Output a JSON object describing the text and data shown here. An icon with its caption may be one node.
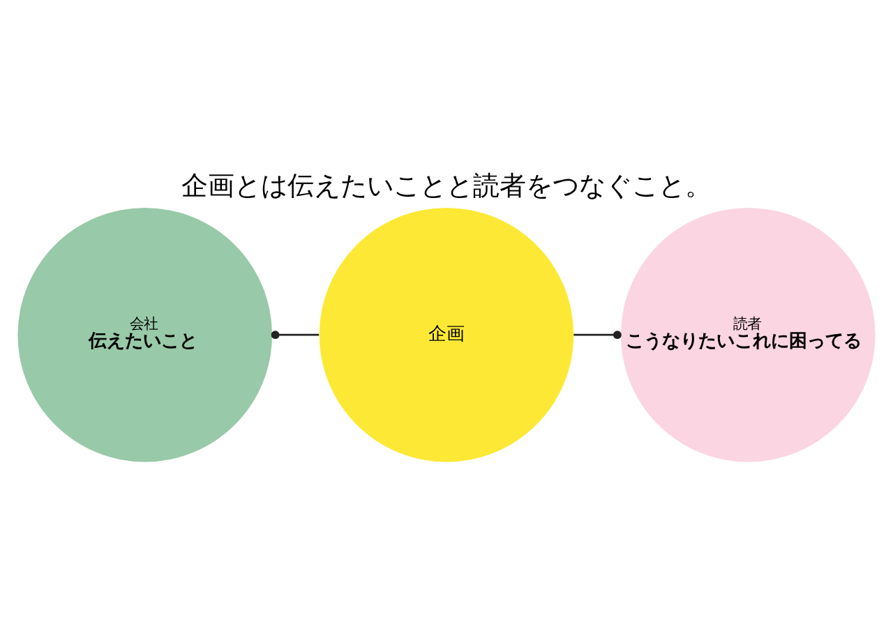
{
  "diagram": {
    "title": "企画とは伝えたいことと読者をつなぐこと。",
    "nodes": [
      {
        "text": [
          "会社",
          "伝えたいこと"
        ]
      },
      {
        "text": [
          "企画"
        ]
      },
      {
        "text": [
          "読者",
          "こうなりたいこれに困ってる"
        ]
      }
    ],
    "edges": [
      {
        "from": 1,
        "to": 0,
        "arrow": "other"
      },
      {
        "from": 1,
        "to": 2,
        "arrow": "other"
      }
    ]
  }
}
